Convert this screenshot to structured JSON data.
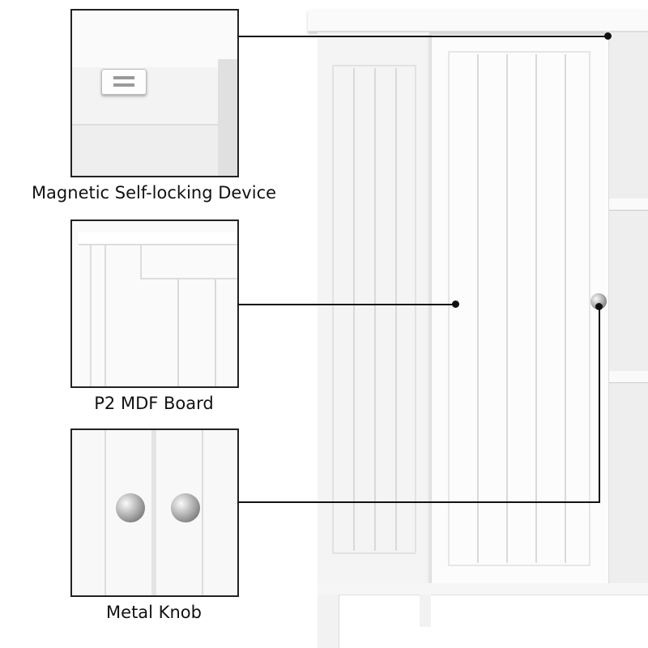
{
  "callouts": [
    {
      "label": "Magnetic Self-locking Device"
    },
    {
      "label": "P2 MDF Board"
    },
    {
      "label": "Metal Knob"
    }
  ],
  "colors": {
    "cabinet": "#ffffff",
    "shadow": "#e6e6e6",
    "callout_line": "#111111"
  }
}
